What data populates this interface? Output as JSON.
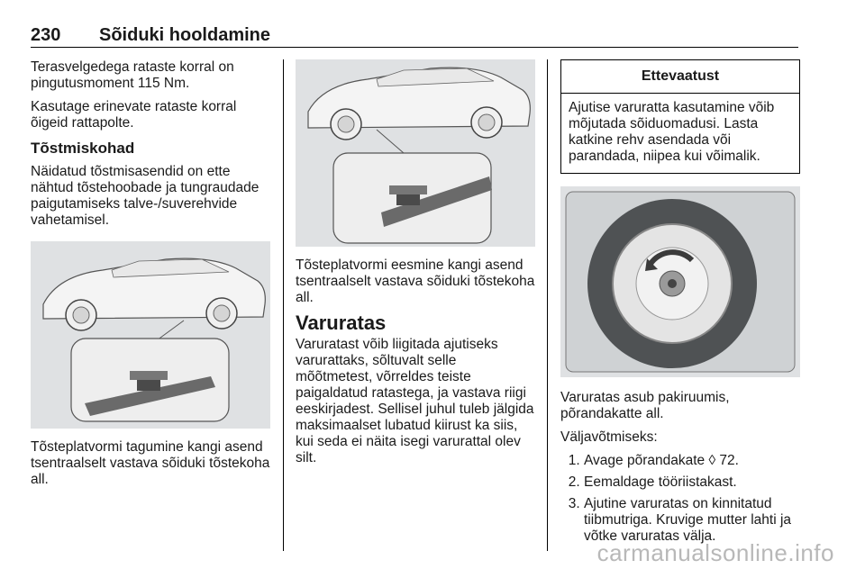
{
  "header": {
    "page_number": "230",
    "chapter_title": "Sõiduki hooldamine"
  },
  "col1": {
    "para1": "Terasvelgedega rataste korral on pingutusmoment 115 Nm.",
    "para2": "Kasutage erinevate rataste korral õigeid rattapolte.",
    "heading": "Tõstmiskohad",
    "para3": "Näidatud tõstmisasendid on ette nähtud tõstehoobade ja tungraudade paigutamiseks talve-/suverehvide vahetamisel.",
    "caption": "Tõsteplatvormi tagumine kangi asend tsentraalselt vastava sõiduki tõstekoha all."
  },
  "col2": {
    "caption": "Tõsteplatvormi eesmine kangi asend tsentraalselt vastava sõiduki tõstekoha all.",
    "heading": "Varuratas",
    "para": "Varuratast võib liigitada ajutiseks varurattaks, sõltuvalt selle mõõtmetest, võrreldes teiste paigaldatud ratastega, ja vastava riigi eeskirjadest. Sellisel juhul tuleb jälgida maksimaalset lubatud kiirust ka siis, kui seda ei näita isegi varurattal olev silt."
  },
  "col3": {
    "warning_title": "Ettevaatust",
    "warning_text": "Ajutise varuratta kasutamine võib mõjutada sõiduomadusi. Lasta katkine rehv asendada või parandada, niipea kui võimalik.",
    "para1": "Varuratas asub pakiruumis, põrandakatte all.",
    "para2": "Väljavõtmiseks:",
    "steps": [
      "Avage põrandakate ◊ 72.",
      "Eemaldage tööriistakast.",
      "Ajutine varuratas on kinnitatud tiibmutriga. Kruvige mutter lahti ja võtke varuratas välja."
    ]
  },
  "watermark": "carmanualsonline.info"
}
